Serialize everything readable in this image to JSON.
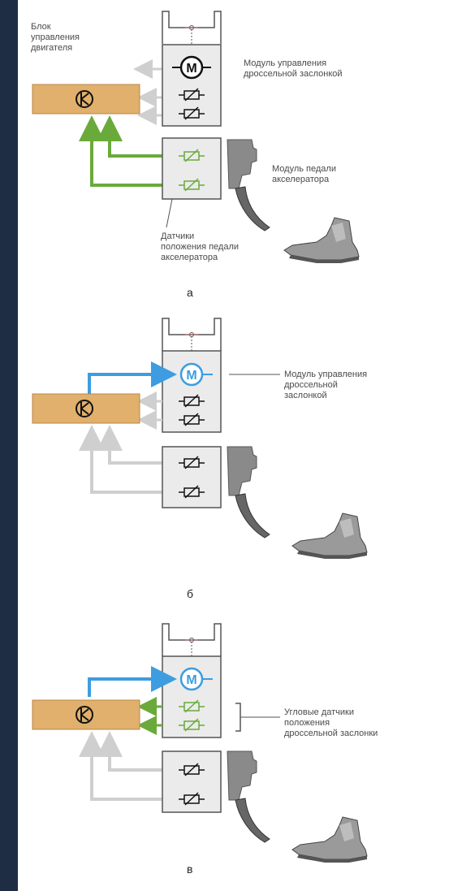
{
  "diagram_a": {
    "ecu_label": "Блок\nуправления\nдвигателя",
    "throttle_module_label": "Модуль управления\nдроссельной заслонкой",
    "pedal_module_label": "Модуль педали\nакселератора",
    "pedal_sensors_label": "Датчики\nположения педали\nакселератора",
    "caption": "а"
  },
  "diagram_b": {
    "throttle_module_label": "Модуль управления\nдроссельной\nзаслонкой",
    "caption": "б"
  },
  "diagram_c": {
    "angle_sensors_label": "Угловые датчики\nположения\nдроссельной заслонки",
    "caption": "в"
  },
  "colors": {
    "background": "#1f2d44",
    "ecu": "#e0b06c",
    "green": "#6aaa3a",
    "blue": "#3d9de0",
    "gray": "#cfcfcf"
  },
  "icons": [
    "motor-icon",
    "potentiometer-icon",
    "transistor-icon",
    "pedal-icon",
    "shoe-icon"
  ]
}
